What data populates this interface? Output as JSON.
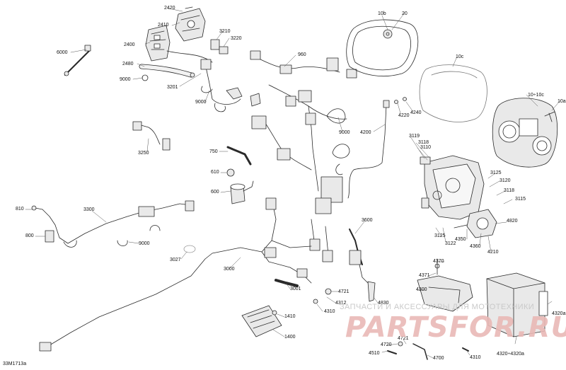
{
  "figure_id": "33M1713a",
  "watermark": {
    "line1": "ЗАПЧАСТИ И АКСЕССУАРЫ ДЛЯ МОТОТЕХНИКИ",
    "logo": "PARTSFOR.RU"
  },
  "colors": {
    "line": "#2a2a2a",
    "fill": "#e9e9e9",
    "watermark_red": "#e9b9b6"
  },
  "callouts": [
    {
      "id": "c2420",
      "text": "2420"
    },
    {
      "id": "c2410",
      "text": "2410"
    },
    {
      "id": "c2400",
      "text": "2400"
    },
    {
      "id": "c3210",
      "text": "3210"
    },
    {
      "id": "c3220",
      "text": "3220"
    },
    {
      "id": "c6000",
      "text": "6000"
    },
    {
      "id": "c2480",
      "text": "2480"
    },
    {
      "id": "c9000a",
      "text": "9000"
    },
    {
      "id": "c3201",
      "text": "3201"
    },
    {
      "id": "c9000b",
      "text": "9000"
    },
    {
      "id": "c960",
      "text": "960"
    },
    {
      "id": "c10b",
      "text": "10b"
    },
    {
      "id": "c20",
      "text": "20"
    },
    {
      "id": "c10c",
      "text": "10c"
    },
    {
      "id": "c10a",
      "text": "10a"
    },
    {
      "id": "c10to10c",
      "text": "10÷10c"
    },
    {
      "id": "c4220",
      "text": "4220"
    },
    {
      "id": "c4240",
      "text": "4240"
    },
    {
      "id": "c9000c",
      "text": "9000"
    },
    {
      "id": "c4200",
      "text": "4200"
    },
    {
      "id": "c3119",
      "text": "3119"
    },
    {
      "id": "c3118a",
      "text": "3118"
    },
    {
      "id": "c3110",
      "text": "3110"
    },
    {
      "id": "c3250",
      "text": "3250"
    },
    {
      "id": "c750",
      "text": "750"
    },
    {
      "id": "c610",
      "text": "610"
    },
    {
      "id": "c600",
      "text": "600"
    },
    {
      "id": "c3125a",
      "text": "3125"
    },
    {
      "id": "c3120",
      "text": "3120"
    },
    {
      "id": "c3118b",
      "text": "3118"
    },
    {
      "id": "c3115",
      "text": "3115"
    },
    {
      "id": "c810",
      "text": "810"
    },
    {
      "id": "c3300",
      "text": "3300"
    },
    {
      "id": "c800",
      "text": "800"
    },
    {
      "id": "c9000d",
      "text": "9000"
    },
    {
      "id": "c3600",
      "text": "3600"
    },
    {
      "id": "c4820",
      "text": "4820"
    },
    {
      "id": "c3125b",
      "text": "3125"
    },
    {
      "id": "c3122",
      "text": "3122"
    },
    {
      "id": "c4350",
      "text": "4350"
    },
    {
      "id": "c4360",
      "text": "4360"
    },
    {
      "id": "c4210",
      "text": "4210"
    },
    {
      "id": "c3027",
      "text": "3027"
    },
    {
      "id": "c3000",
      "text": "3000"
    },
    {
      "id": "c4370",
      "text": "4370"
    },
    {
      "id": "c4371",
      "text": "4371"
    },
    {
      "id": "c4300",
      "text": "4300"
    },
    {
      "id": "c3001",
      "text": "3001"
    },
    {
      "id": "c4721a",
      "text": "4721"
    },
    {
      "id": "c4312",
      "text": "4312"
    },
    {
      "id": "c4830",
      "text": "4830"
    },
    {
      "id": "c4310a",
      "text": "4310"
    },
    {
      "id": "c1410",
      "text": "1410"
    },
    {
      "id": "c4320a",
      "text": "4320a"
    },
    {
      "id": "c1400",
      "text": "1400"
    },
    {
      "id": "c4510",
      "text": "4510"
    },
    {
      "id": "c4720",
      "text": "4720"
    },
    {
      "id": "c4721b",
      "text": "4721"
    },
    {
      "id": "c4700",
      "text": "4700"
    },
    {
      "id": "c4310b",
      "text": "4310"
    },
    {
      "id": "c4320range",
      "text": "4320÷4320a"
    }
  ]
}
